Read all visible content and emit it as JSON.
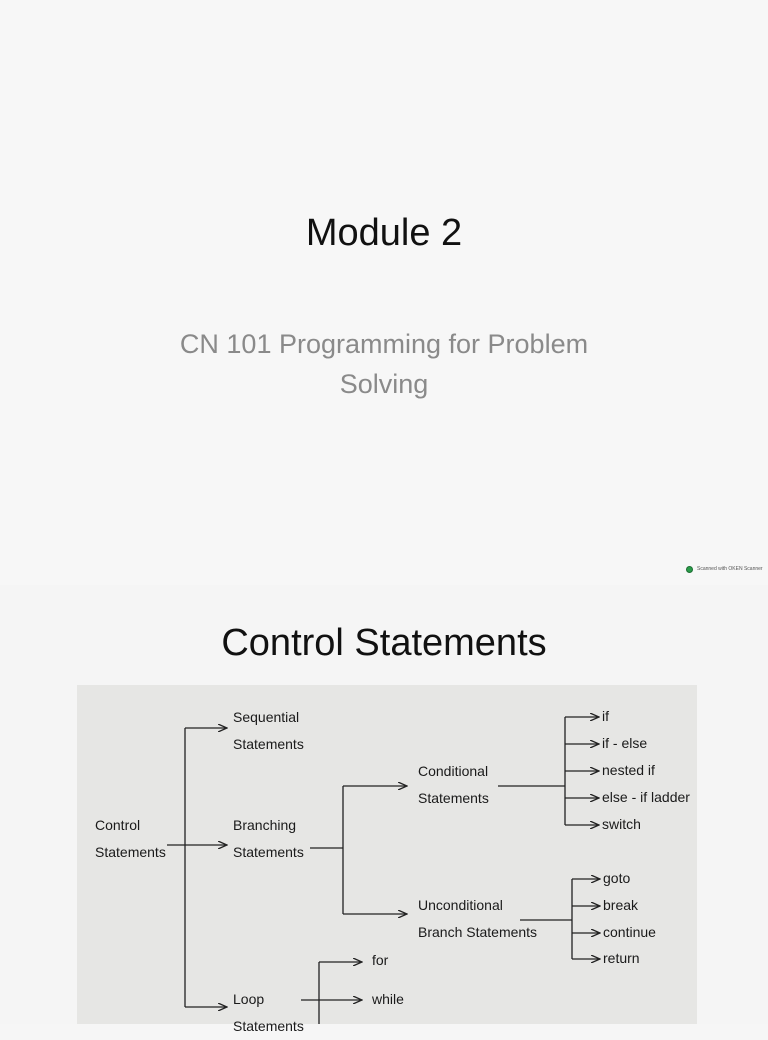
{
  "slide1": {
    "title": "Module 2",
    "subtitle": "CN 101 Programming for Problem Solving",
    "scan_mark": "Scanned with OKEN Scanner"
  },
  "slide2": {
    "title": "Control Statements",
    "diagram": {
      "root": {
        "line1": "Control",
        "line2": "Statements"
      },
      "sequential": {
        "line1": "Sequential",
        "line2": "Statements"
      },
      "branching": {
        "line1": "Branching",
        "line2": "Statements"
      },
      "loop": {
        "line1": "Loop",
        "line2": "Statements"
      },
      "conditional": {
        "line1": "Conditional",
        "line2": "Statements"
      },
      "unconditional": {
        "line1": "Unconditional",
        "line2": "Branch Statements"
      },
      "conditional_items": [
        "if",
        "if - else",
        "nested if",
        "else - if ladder",
        "switch"
      ],
      "unconditional_items": [
        "goto",
        "break",
        "continue",
        "return"
      ],
      "loop_items": [
        "for",
        "while"
      ]
    }
  }
}
